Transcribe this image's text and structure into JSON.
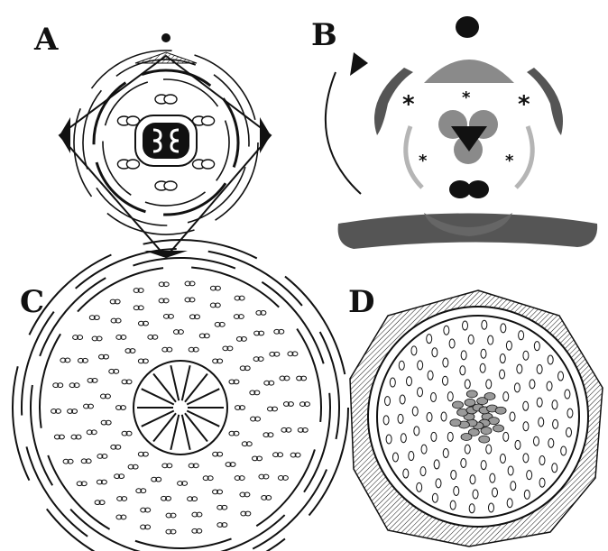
{
  "panels": [
    {
      "id": "A",
      "label": "A"
    },
    {
      "id": "B",
      "label": "B"
    },
    {
      "id": "C",
      "label": "C"
    },
    {
      "id": "D",
      "label": "D"
    }
  ],
  "asterisks": {
    "large": "*",
    "small": "*"
  },
  "colors": {
    "ink": "#111111",
    "dark_grey": "#555555",
    "mid_grey": "#8a8a8a",
    "light_grey": "#b5b5b5",
    "background": "#ffffff"
  }
}
